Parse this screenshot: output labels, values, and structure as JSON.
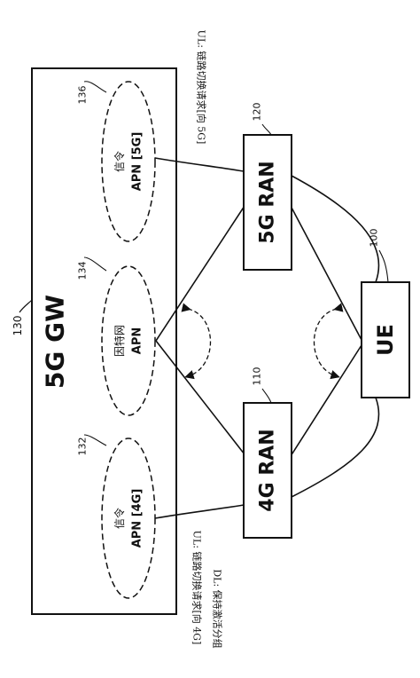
{
  "diagram": {
    "gateway": {
      "label": "5G GW",
      "ref": "130"
    },
    "apns": [
      {
        "id": "apn-5g",
        "ref": "136",
        "line1": "信令",
        "line2": "APN [5G]"
      },
      {
        "id": "apn-keepalive",
        "ref": "134",
        "line1": "因特网",
        "line2": "APN"
      },
      {
        "id": "apn-4g",
        "ref": "132",
        "line1": "信令",
        "line2": "APN [4G]"
      }
    ],
    "ran_5g": {
      "label": "5G RAN",
      "ref": "120"
    },
    "ran_4g": {
      "label": "4G RAN",
      "ref": "110"
    },
    "ue": {
      "label": "UE",
      "ref": "100"
    },
    "notes": {
      "top_ul": "UL: 链路切换请求[向 5G]",
      "bottom_ul": "UL: 链路切换请求[向 4G]",
      "bottom_dl": "DL: 保持激活分组"
    }
  }
}
